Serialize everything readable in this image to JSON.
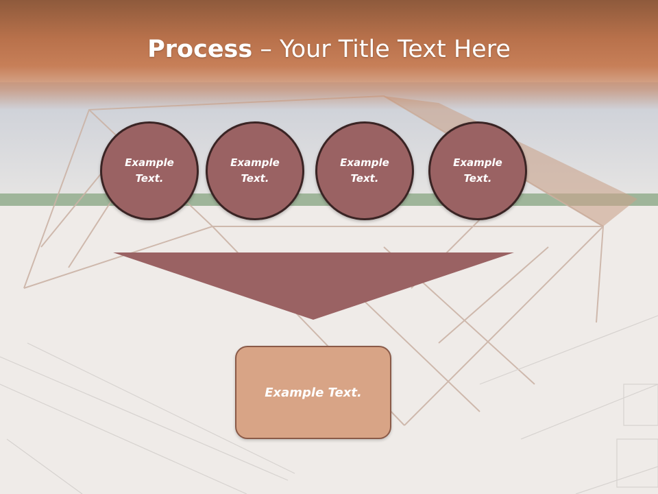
{
  "slide": {
    "title_bold": "Process",
    "title_rest": " – Your Title Text Here",
    "circles": [
      {
        "line1": "Example",
        "line2": "Text."
      },
      {
        "line1": "Example",
        "line2": "Text."
      },
      {
        "line1": "Example",
        "line2": "Text."
      },
      {
        "line1": "Example",
        "line2": "Text."
      }
    ],
    "box_text": "Example Text."
  },
  "colors": {
    "circle_fill": "#9a6263",
    "funnel_fill": "#9a6263",
    "box_fill": "#d8a486",
    "title_band": "#c77f58"
  }
}
